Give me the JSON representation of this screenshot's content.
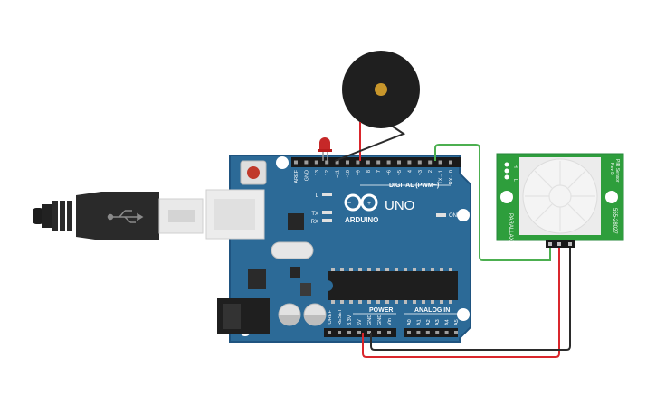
{
  "arduino": {
    "brand": "ARDUINO",
    "model": "UNO",
    "digital_header_label": "DIGITAL (PWM~)",
    "power_label": "POWER",
    "analog_label": "ANALOG IN",
    "on_label": "ON",
    "led_labels": [
      "L",
      "TX",
      "RX"
    ],
    "digital_pins": [
      "AREF",
      "GND",
      "13",
      "12",
      "~11",
      "~10",
      "~9",
      "8",
      "7",
      "~6",
      "~5",
      "4",
      "~3",
      "2",
      "TX→1",
      "RX←0"
    ],
    "power_pins": [
      "IOREF",
      "RESET",
      "3.3V",
      "5V",
      "GND",
      "GND",
      "Vin"
    ],
    "analog_pins": [
      "A0",
      "A1",
      "A2",
      "A3",
      "A4",
      "A5"
    ]
  },
  "pir": {
    "title": "PIR Sensor",
    "version": "Rev B",
    "part_number": "555-28027",
    "maker": "PARALLAX",
    "jumper_labels": [
      "H",
      "L"
    ]
  },
  "colors": {
    "board": "#2c6a97",
    "board_edge": "#1f5480",
    "wire_red": "#d9262c",
    "wire_black": "#2b2b2b",
    "wire_green": "#4caf50",
    "pir_board": "#2e9e3c",
    "led_red": "#c62828"
  }
}
